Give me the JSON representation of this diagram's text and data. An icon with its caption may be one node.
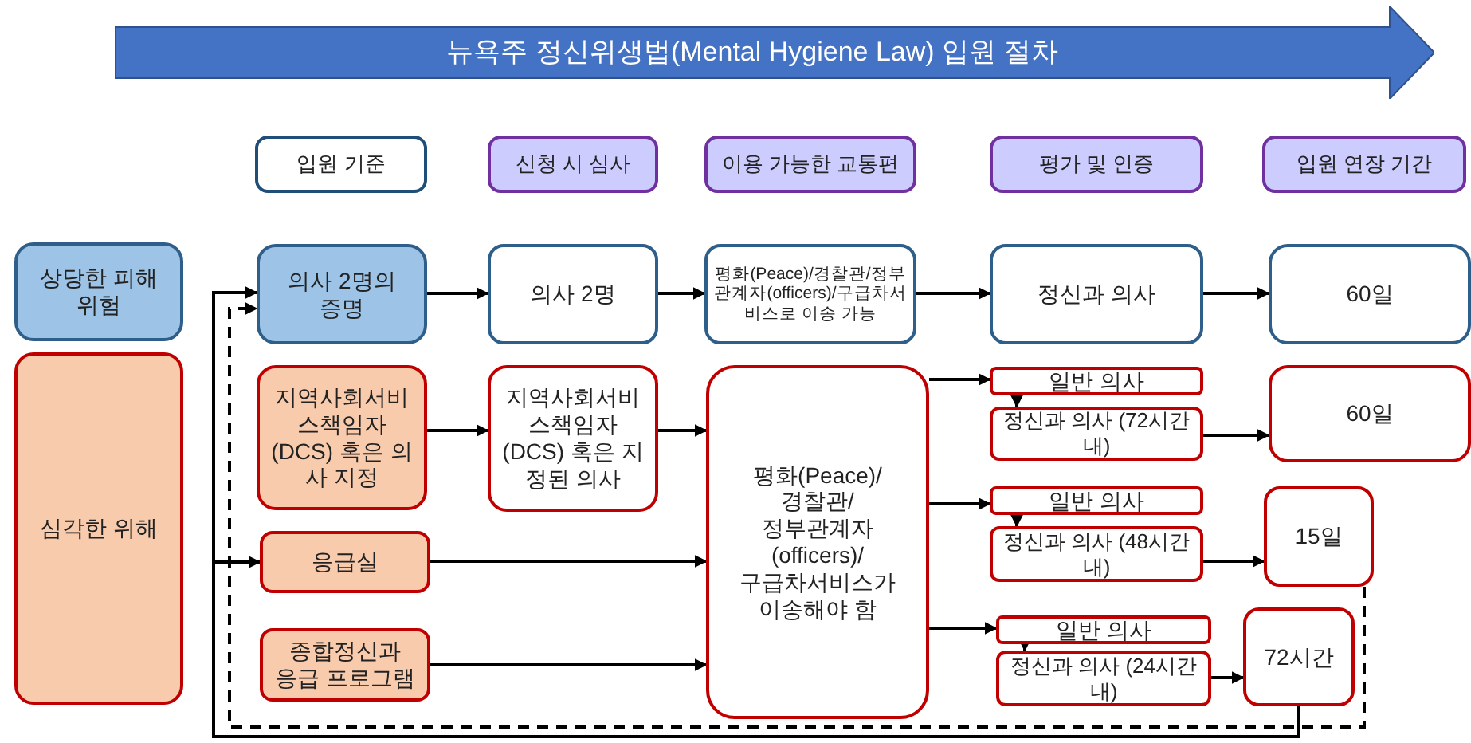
{
  "diagram": {
    "nodes": [
      {
        "text": [
          "뉴욕주 정신위생법(Mental Hygiene Law) 입원 절차"
        ]
      },
      {
        "text": [
          "입원 기준"
        ]
      },
      {
        "text": [
          "신청 시 심사"
        ]
      },
      {
        "text": [
          "이용 가능한 교통편"
        ]
      },
      {
        "text": [
          "평가 및 인증"
        ]
      },
      {
        "text": [
          "입원 연장 기간"
        ]
      },
      {
        "text": [
          "상당한 피해 위험"
        ]
      },
      {
        "text": [
          "심각한 위해"
        ]
      },
      {
        "text": [
          "의사 2명의 증명"
        ]
      },
      {
        "text": [
          "지역사회서비스책임자 (DCS) 혹은 의사 지정"
        ]
      },
      {
        "text": [
          "응급실"
        ]
      },
      {
        "text": [
          "종합정신과 응급 프로그램"
        ]
      },
      {
        "text": [
          "의사 2명"
        ]
      },
      {
        "text": [
          "지역사회서비스책임자 (DCS) 혹은 지정된 의사"
        ]
      },
      {
        "text": [
          "평화(Peace)/경찰관/정부관계자(officers)/구급차서비스로 이송 가능"
        ]
      },
      {
        "text": [
          "평화(Peace)/ 경찰관/ 정부관계자 (officers)/ 구급차서비스가 이송해야 함"
        ]
      },
      {
        "text": [
          "정신과 의사"
        ]
      },
      {
        "text": [
          "일반 의사"
        ]
      },
      {
        "text": [
          "정신과 의사 (72시간 내)"
        ]
      },
      {
        "text": [
          "일반 의사"
        ]
      },
      {
        "text": [
          "정신과 의사 (48시간 내)"
        ]
      },
      {
        "text": [
          "일반 의사"
        ]
      },
      {
        "text": [
          "정신과 의사 (24시간 내)"
        ]
      },
      {
        "text": [
          "60일"
        ]
      },
      {
        "text": [
          "60일"
        ]
      },
      {
        "text": [
          "15일"
        ]
      },
      {
        "text": [
          "72시간"
        ]
      }
    ],
    "edges": [
      {
        "from": 26,
        "to": 8,
        "arrow": "to"
      },
      {
        "from": 26,
        "to": 10,
        "arrow": "to"
      },
      {
        "from": 25,
        "to": 8,
        "arrow": "to",
        "style": "dashed"
      },
      {
        "from": 8,
        "to": 12,
        "arrow": "to"
      },
      {
        "from": 12,
        "to": 14,
        "arrow": "to"
      },
      {
        "from": 14,
        "to": 16,
        "arrow": "to"
      },
      {
        "from": 16,
        "to": 23,
        "arrow": "to"
      },
      {
        "from": 9,
        "to": 13,
        "arrow": "to"
      },
      {
        "from": 13,
        "to": 15,
        "arrow": "to"
      },
      {
        "from": 10,
        "to": 15,
        "arrow": "to"
      },
      {
        "from": 11,
        "to": 15,
        "arrow": "to"
      },
      {
        "from": 15,
        "to": 17,
        "arrow": "to"
      },
      {
        "from": 15,
        "to": 19,
        "arrow": "to"
      },
      {
        "from": 15,
        "to": 21,
        "arrow": "to"
      },
      {
        "from": 17,
        "to": 18,
        "arrow": "to"
      },
      {
        "from": 18,
        "to": 24,
        "arrow": "to"
      },
      {
        "from": 19,
        "to": 20,
        "arrow": "to"
      },
      {
        "from": 20,
        "to": 25,
        "arrow": "to"
      },
      {
        "from": 21,
        "to": 22,
        "arrow": "to"
      },
      {
        "from": 22,
        "to": 26,
        "arrow": "to"
      }
    ]
  }
}
